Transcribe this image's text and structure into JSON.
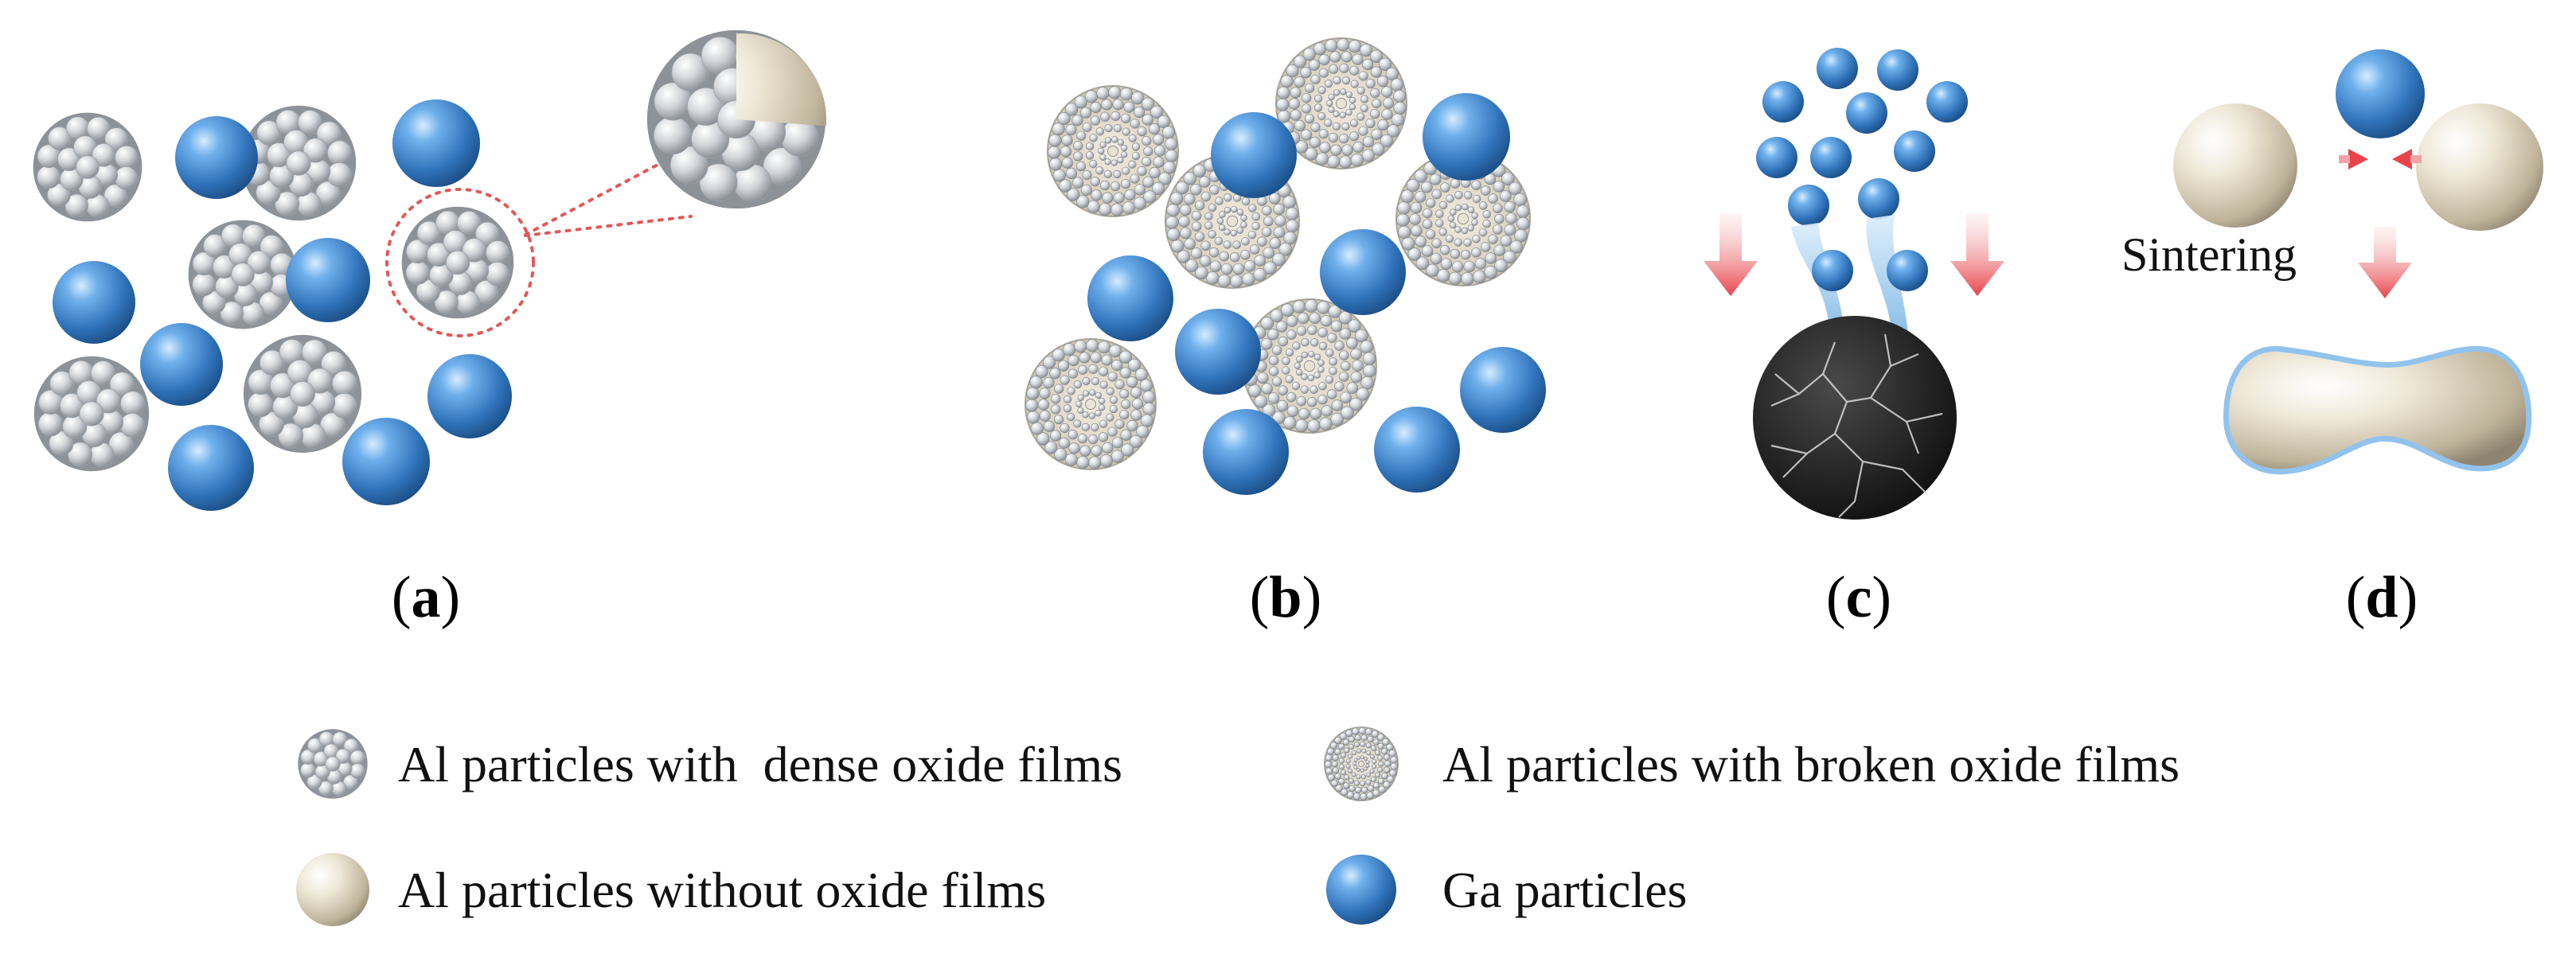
{
  "panels": [
    {
      "id": "a",
      "label_letter": "a"
    },
    {
      "id": "b",
      "label_letter": "b"
    },
    {
      "id": "c",
      "label_letter": "c"
    },
    {
      "id": "d",
      "label_letter": "d"
    }
  ],
  "label_paren_open": "(",
  "label_paren_close": ")",
  "panel_d": {
    "process_label": "Sintering"
  },
  "legend": {
    "items": [
      {
        "key": "dense",
        "label": "Al particles with  dense oxide films",
        "icon": "dense-oxide-particle-icon"
      },
      {
        "key": "broken",
        "label": "Al particles with broken oxide films",
        "icon": "broken-oxide-particle-icon"
      },
      {
        "key": "no_oxide",
        "label": "Al particles without oxide films",
        "icon": "bare-al-particle-icon"
      },
      {
        "key": "ga",
        "label": "Ga particles",
        "icon": "ga-particle-icon"
      }
    ]
  },
  "colors": {
    "ga_blue": "#3d7fc4",
    "bare_al": "#c9c0aa",
    "oxide_gray": "#b8bcc2",
    "arrow_red": "#e8434b",
    "dotted_red": "#e25858"
  }
}
